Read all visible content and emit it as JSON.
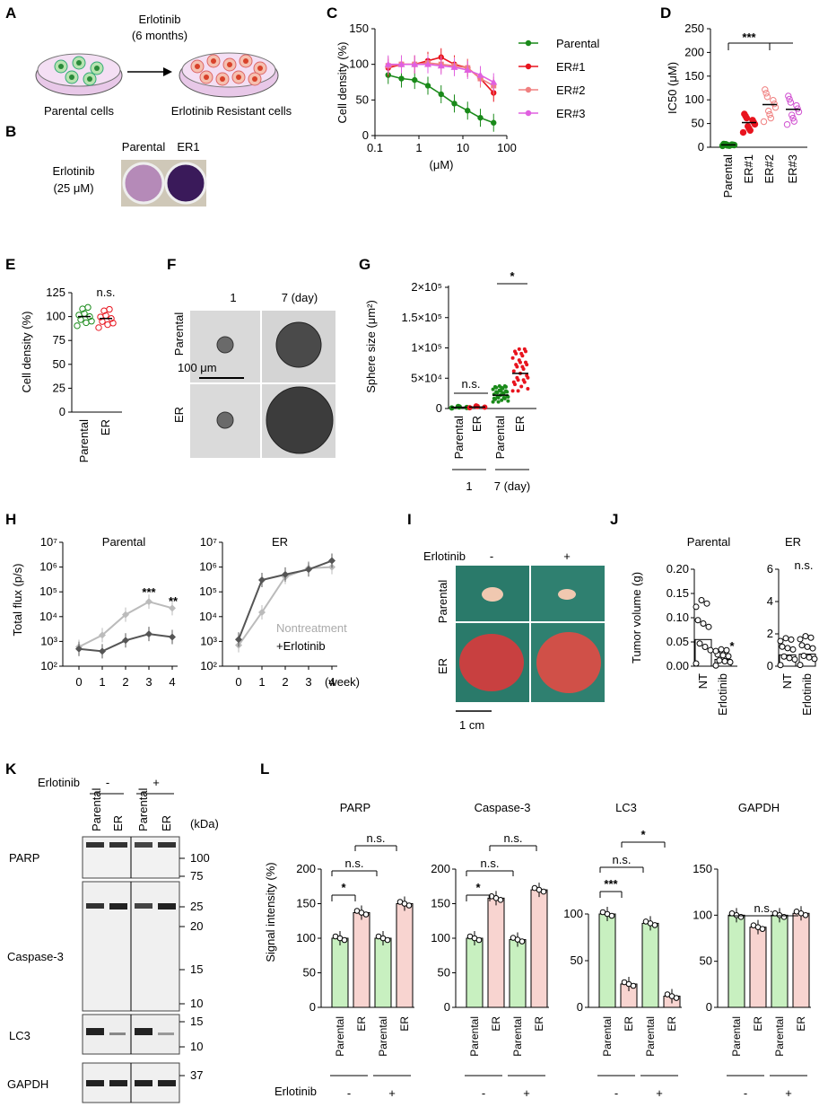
{
  "figure": {
    "panels": {
      "A": "A",
      "B": "B",
      "C": "C",
      "D": "D",
      "E": "E",
      "F": "F",
      "G": "G",
      "H": "H",
      "I": "I",
      "J": "J",
      "K": "K",
      "L": "L"
    },
    "A": {
      "drug": "Erlotinib",
      "duration": "(6 months)",
      "left_label": "Parental cells",
      "right_label": "Erlotinib Resistant cells"
    },
    "B": {
      "col1": "Parental",
      "col2": "ER1",
      "row1": "Erlotinib",
      "row2": "(25 μM)"
    },
    "F": {
      "col1": "1",
      "col2": "7 (day)",
      "row1": "Parental",
      "row2": "ER",
      "scale": "100 μm"
    },
    "I": {
      "drug": "Erlotinib",
      "minus": "-",
      "plus": "+",
      "row1": "Parental",
      "row2": "ER",
      "scale": "1 cm"
    },
    "K": {
      "drug": "Erlotinib",
      "minus": "-",
      "plus": "+",
      "lanes": [
        "Parental",
        "ER",
        "Parental",
        "ER"
      ],
      "kda": "(kDa)",
      "blots": [
        {
          "name": "PARP",
          "markers": [
            "100",
            "75"
          ]
        },
        {
          "name": "Caspase-3",
          "markers": [
            "25",
            "20",
            "15",
            "10"
          ]
        },
        {
          "name": "LC3",
          "markers": [
            "15",
            "10"
          ]
        },
        {
          "name": "GAPDH",
          "markers": [
            "37"
          ]
        }
      ]
    },
    "stats": {
      "s1": "***",
      "s2": "*",
      "s3": "n.s.",
      "s4": "*",
      "s5": "***",
      "s6": "**",
      "s7": "n.s.",
      "s8": "*",
      "s9": "n.s."
    }
  },
  "chart_data": [
    {
      "id": "C",
      "type": "scatter",
      "xlabel": "(μM)",
      "ylabel": "Cell density (%)",
      "xscale": "log",
      "xticks": [
        "0.1",
        "1",
        "10",
        "100"
      ],
      "yticks": [
        "0",
        "50",
        "100",
        "150"
      ],
      "ylim": [
        0,
        150
      ],
      "series": [
        {
          "name": "Parental",
          "color": "#1a8a1a",
          "x": [
            0.2,
            0.4,
            0.8,
            1.6,
            3.2,
            6.4,
            12.8,
            25,
            50
          ],
          "y": [
            85,
            80,
            78,
            70,
            58,
            45,
            35,
            25,
            18
          ]
        },
        {
          "name": "ER#1",
          "color": "#e8141e",
          "x": [
            0.2,
            0.4,
            0.8,
            1.6,
            3.2,
            6.4,
            12.8,
            25,
            50
          ],
          "y": [
            95,
            100,
            100,
            105,
            110,
            100,
            95,
            80,
            60
          ]
        },
        {
          "name": "ER#2",
          "color": "#f08080",
          "x": [
            0.2,
            0.4,
            0.8,
            1.6,
            3.2,
            6.4,
            12.8,
            25,
            50
          ],
          "y": [
            98,
            100,
            100,
            102,
            100,
            98,
            95,
            80,
            70
          ]
        },
        {
          "name": "ER#3",
          "color": "#e060e0",
          "x": [
            0.2,
            0.4,
            0.8,
            1.6,
            3.2,
            6.4,
            12.8,
            25,
            50
          ],
          "y": [
            100,
            100,
            100,
            100,
            98,
            96,
            92,
            85,
            75
          ]
        }
      ]
    },
    {
      "id": "D",
      "type": "scatter",
      "ylabel": "IC50 (μM)",
      "categories": [
        "Parental",
        "ER#1",
        "ER#2",
        "ER#3"
      ],
      "yticks": [
        "0",
        "50",
        "100",
        "150",
        "200",
        "250"
      ],
      "ylim": [
        0,
        250
      ],
      "means": [
        5,
        52,
        90,
        80
      ]
    },
    {
      "id": "E",
      "type": "scatter",
      "ylabel": "Cell density (%)",
      "categories": [
        "Parental",
        "ER"
      ],
      "yticks": [
        "0",
        "25",
        "50",
        "75",
        "100",
        "125"
      ],
      "ylim": [
        0,
        125
      ],
      "means": [
        100,
        98
      ]
    },
    {
      "id": "G",
      "type": "scatter",
      "ylabel": "Sphere size (μm²)",
      "categories": [
        "Parental",
        "ER",
        "Parental",
        "ER"
      ],
      "groups": [
        "1",
        "7 (day)"
      ],
      "yticks": [
        "0",
        "5×10⁴",
        "1×10⁵",
        "1.5×10⁵",
        "2×10⁵"
      ],
      "ylim": [
        0,
        200000
      ],
      "means": [
        2000,
        2500,
        22000,
        58000
      ]
    },
    {
      "id": "H1",
      "type": "line",
      "title": "Parental",
      "ylabel": "Total flux (p/s)",
      "yscale": "log",
      "yticks": [
        "10²",
        "10³",
        "10⁴",
        "10⁵",
        "10⁶",
        "10⁷"
      ],
      "xticks": [
        "0",
        "1",
        "2",
        "3",
        "4"
      ],
      "series": [
        {
          "name": "Nontreatment",
          "x": [
            0,
            1,
            2,
            3,
            4
          ],
          "y": [
            600,
            1800,
            12000,
            40000,
            22000
          ]
        },
        {
          "name": "+Erlotinib",
          "x": [
            0,
            1,
            2,
            3,
            4
          ],
          "y": [
            500,
            400,
            1100,
            2000,
            1500
          ]
        }
      ]
    },
    {
      "id": "H2",
      "type": "line",
      "title": "ER",
      "xlabel": "(week)",
      "yscale": "log",
      "yticks": [
        "10²",
        "10³",
        "10⁴",
        "10⁵",
        "10⁶",
        "10⁷"
      ],
      "xticks": [
        "0",
        "1",
        "2",
        "3",
        "4"
      ],
      "series": [
        {
          "name": "Nontreatment",
          "x": [
            0,
            1,
            2,
            3,
            4
          ],
          "y": [
            700,
            15000,
            400000,
            900000,
            1000000
          ]
        },
        {
          "name": "+Erlotinib",
          "x": [
            0,
            1,
            2,
            3,
            4
          ],
          "y": [
            1200,
            300000,
            500000,
            800000,
            1800000
          ]
        }
      ]
    },
    {
      "id": "J1",
      "type": "bar",
      "title": "Parental",
      "ylabel": "Tumor volume (g)",
      "categories": [
        "NT",
        "Erlotinib"
      ],
      "yticks": [
        "0.00",
        "0.05",
        "0.10",
        "0.15",
        "0.20"
      ],
      "ylim": [
        0,
        0.2
      ],
      "values": [
        0.055,
        0.014
      ]
    },
    {
      "id": "J2",
      "type": "bar",
      "title": "ER",
      "categories": [
        "NT",
        "Erlotinib"
      ],
      "yticks": [
        "0",
        "2",
        "4",
        "6"
      ],
      "ylim": [
        0,
        6
      ],
      "values": [
        0.7,
        0.75
      ]
    },
    {
      "id": "L1",
      "type": "bar",
      "title": "PARP",
      "ylabel": "Signal intensity (%)",
      "categories": [
        "Parental",
        "ER",
        "Parental",
        "ER"
      ],
      "yticks": [
        "0",
        "50",
        "100",
        "150",
        "200"
      ],
      "ylim": [
        0,
        200
      ],
      "values": [
        100,
        137,
        100,
        150
      ]
    },
    {
      "id": "L2",
      "type": "bar",
      "title": "Caspase-3",
      "categories": [
        "Parental",
        "ER",
        "Parental",
        "ER"
      ],
      "yticks": [
        "0",
        "50",
        "100",
        "150",
        "200"
      ],
      "ylim": [
        0,
        200
      ],
      "values": [
        100,
        158,
        98,
        170
      ]
    },
    {
      "id": "L3",
      "type": "bar",
      "title": "LC3",
      "categories": [
        "Parental",
        "ER",
        "Parental",
        "ER"
      ],
      "yticks": [
        "0",
        "50",
        "100"
      ],
      "ylim": [
        0,
        110
      ],
      "values": [
        100,
        25,
        90,
        12
      ]
    },
    {
      "id": "L4",
      "type": "bar",
      "title": "GAPDH",
      "categories": [
        "Parental",
        "ER",
        "Parental",
        "ER"
      ],
      "yticks": [
        "0",
        "50",
        "100",
        "150"
      ],
      "ylim": [
        0,
        150
      ],
      "values": [
        100,
        87,
        100,
        102
      ]
    }
  ]
}
